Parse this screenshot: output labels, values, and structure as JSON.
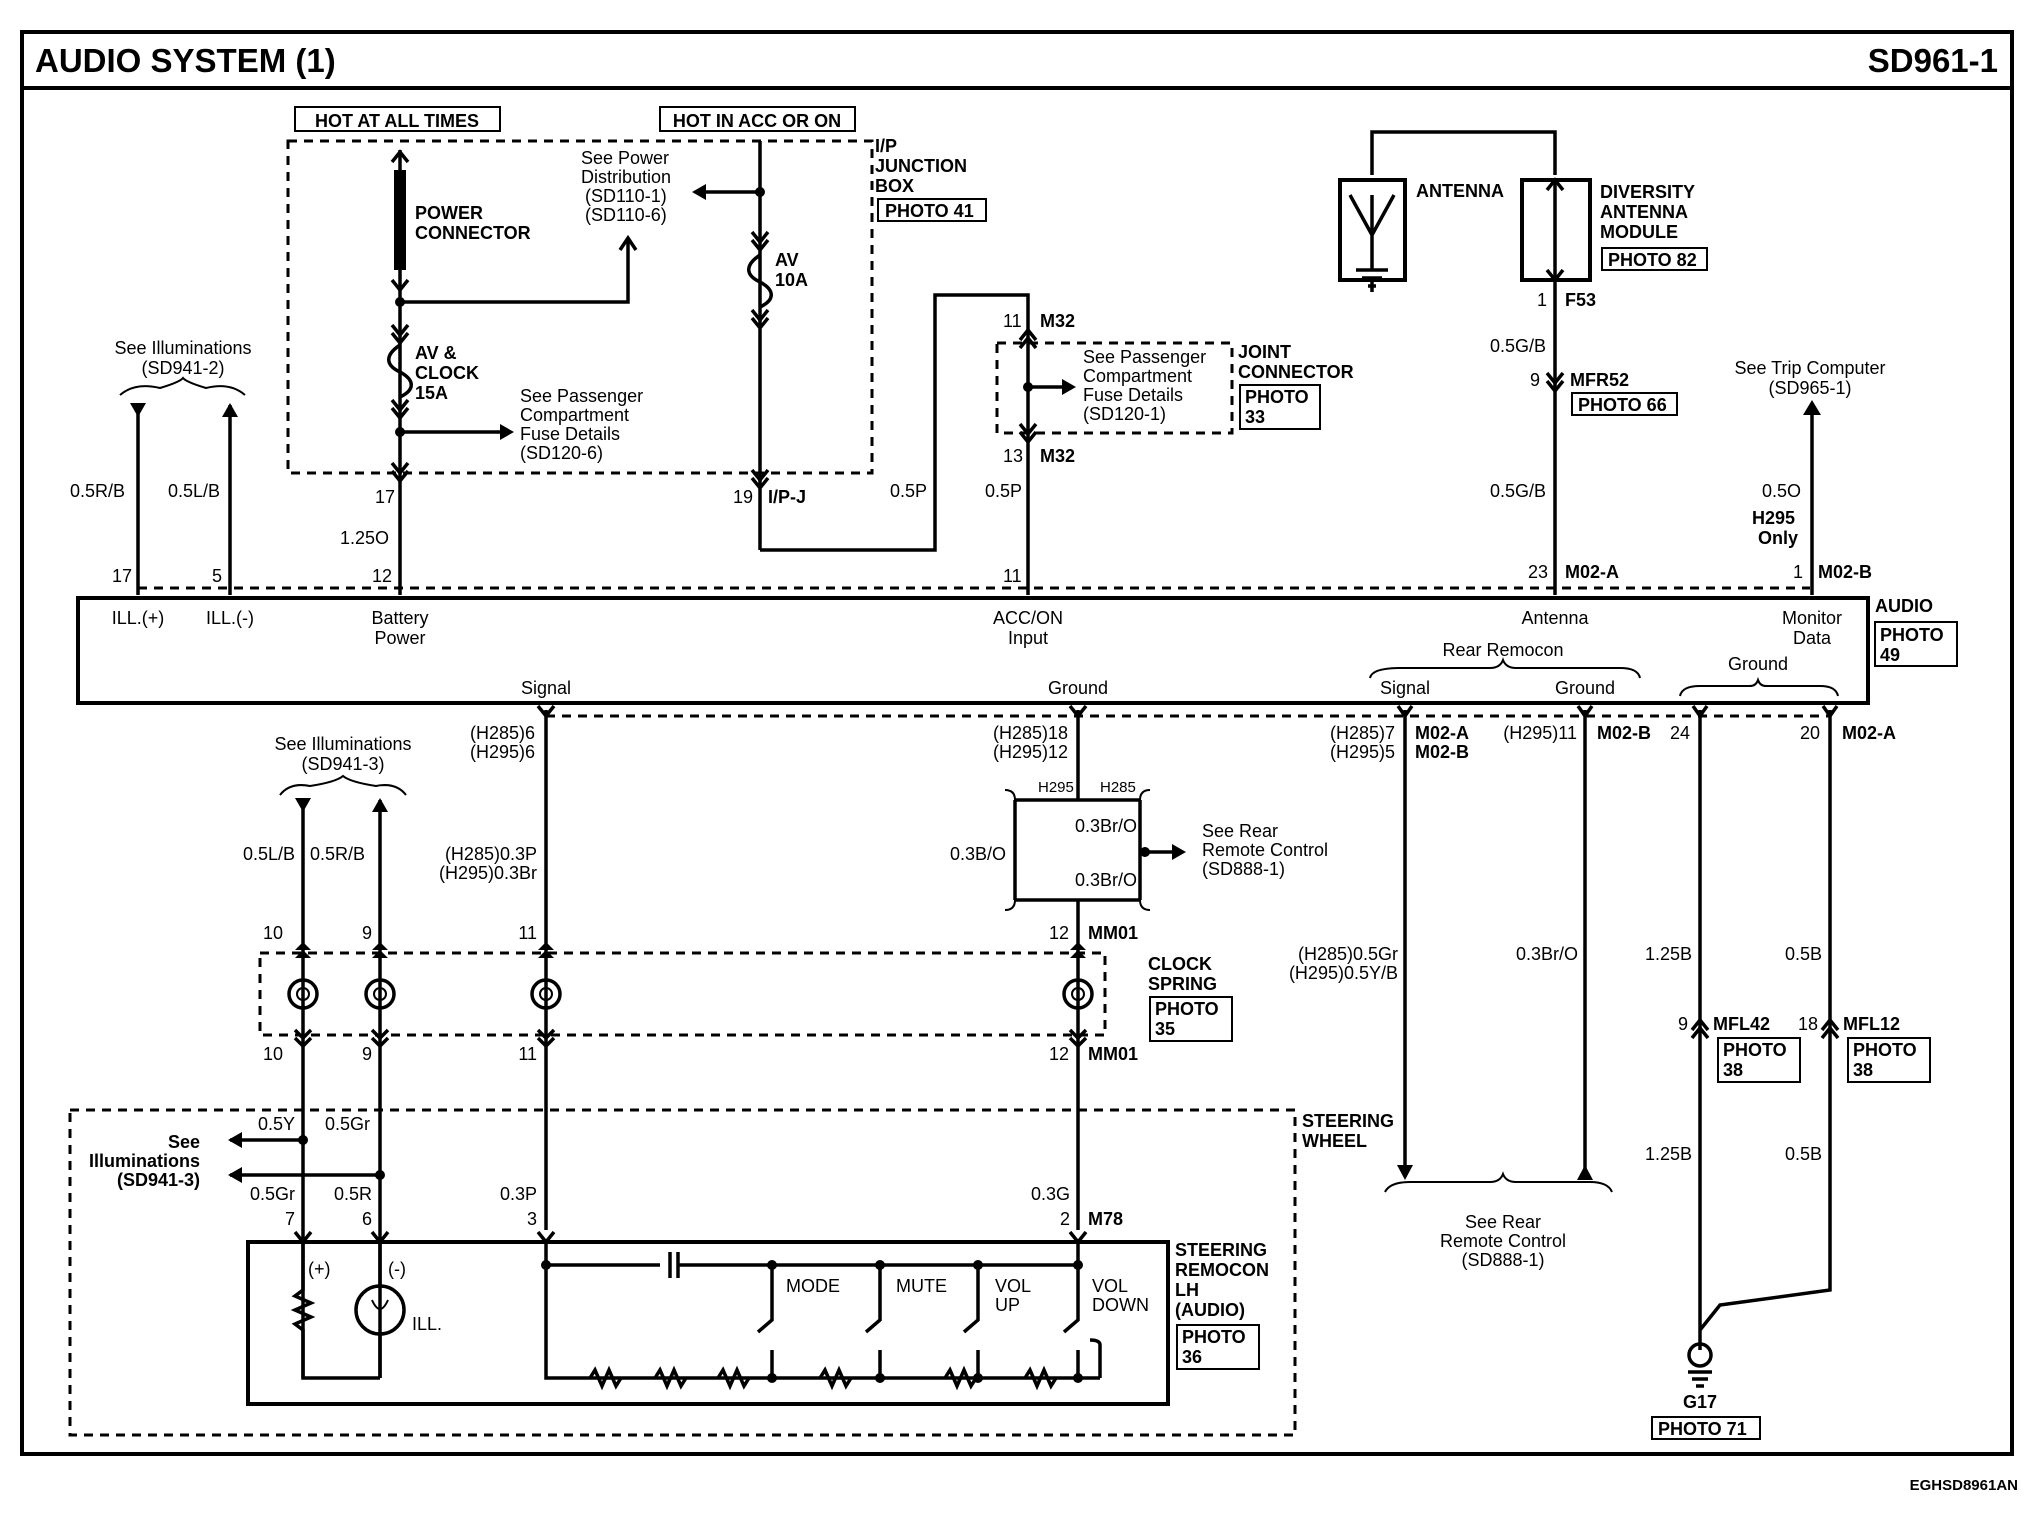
{
  "header": {
    "title": "AUDIO SYSTEM (1)",
    "page_code": "SD961-1"
  },
  "footer_code": "EGHSD8961AN",
  "power": {
    "hot_at_all_times": "HOT AT ALL TIMES",
    "hot_in_acc_or_on": "HOT IN ACC OR ON",
    "power_connector": [
      "POWER",
      "CONNECTOR"
    ],
    "see_power_distribution": [
      "See Power",
      "Distribution",
      "(SD110-1)",
      "(SD110-6)"
    ],
    "ip_junction_box": [
      "I/P",
      "JUNCTION",
      "BOX"
    ],
    "ip_photo": "PHOTO 41",
    "fuse_av_clock": [
      "AV &",
      "CLOCK",
      "15A"
    ],
    "fuse_av": [
      "AV",
      "10A"
    ],
    "see_passenger_fuse": [
      "See Passenger",
      "Compartment",
      "Fuse Details",
      "(SD120-6)"
    ],
    "pin17": "17",
    "pin19": "19",
    "ipj": "I/P-J",
    "wire_125o": "1.25O",
    "wire_05p": "0.5P",
    "wire_05p_b": "0.5P"
  },
  "joint_connector": {
    "label": [
      "JOINT",
      "CONNECTOR"
    ],
    "photo": "PHOTO",
    "photo_num": "33",
    "see_passenger": [
      "See Passenger",
      "Compartment",
      "Fuse Details",
      "(SD120-1)"
    ],
    "pin_top": "11",
    "pin_bottom": "13",
    "conn_top": "M32",
    "conn_bottom": "M32"
  },
  "antenna": {
    "antenna_label": "ANTENNA",
    "module": [
      "DIVERSITY",
      "ANTENNA",
      "MODULE"
    ],
    "module_photo": "PHOTO 82",
    "pin1": "1",
    "f53": "F53",
    "wire_05gb": "0.5G/B",
    "pin9": "9",
    "mfr52": "MFR52",
    "mfr52_photo": "PHOTO 66",
    "wire_05gb_2": "0.5G/B"
  },
  "trip": {
    "see_trip": [
      "See Trip Computer",
      "(SD965-1)"
    ],
    "wire_05o": "0.5O",
    "h295_only": [
      "H295",
      "Only"
    ]
  },
  "illum_top": {
    "see_illum": [
      "See Illuminations",
      "(SD941-2)"
    ],
    "wire1": "0.5R/B",
    "wire2": "0.5L/B"
  },
  "audio": {
    "label": "AUDIO",
    "photo": "PHOTO",
    "photo_num": "49",
    "pins_top": {
      "p17": "17",
      "p5": "5",
      "p12": "12",
      "p11": "11",
      "p23": "23",
      "p1": "1"
    },
    "top_conn_a": "M02-A",
    "top_conn_b": "M02-B",
    "terminals": {
      "ill_plus": "ILL.(+)",
      "ill_minus": "ILL.(-)",
      "battery": [
        "Battery",
        "Power"
      ],
      "acc": [
        "ACC/ON",
        "Input"
      ],
      "antenna": "Antenna",
      "monitor": [
        "Monitor",
        "Data"
      ]
    },
    "bottom_terminals": {
      "signal": "Signal",
      "ground": "Ground",
      "rear_remocon": "Rear Remocon",
      "rr_signal": "Signal",
      "rr_ground": "Ground",
      "ground2": "Ground"
    }
  },
  "lower": {
    "signal_pins": [
      "(H285)6",
      "(H295)6"
    ],
    "ground_pins": [
      "(H285)18",
      "(H295)12"
    ],
    "rr_signal_pins": [
      "(H285)7",
      "(H295)5"
    ],
    "rr_conn_a": "M02-A",
    "rr_conn_b": "M02-B",
    "rr_ground_pin": "(H295)11",
    "rr_ground_conn": "M02-B",
    "gnd_pin24": "24",
    "gnd_pin20": "20",
    "gnd_conn": "M02-A",
    "h295": "H295",
    "h285": "H285",
    "wire_03bro_1": "0.3Br/O",
    "wire_03bo": "0.3B/O",
    "wire_03bro_2": "0.3Br/O",
    "see_rear_rc": [
      "See Rear",
      "Remote Control",
      "(SD888-1)"
    ],
    "illum2": [
      "See Illuminations",
      "(SD941-3)"
    ],
    "w05lb": "0.5L/B",
    "w05rb": "0.5R/B",
    "sig_wire": [
      "(H285)0.3P",
      "(H295)0.3Br"
    ],
    "rr_wire": [
      "(H285)0.5Gr",
      "(H295)0.5Y/B"
    ],
    "rr_gnd_wire": "0.3Br/O",
    "w125b": "1.25B",
    "w05b": "0.5B",
    "w125b_2": "1.25B",
    "w05b_2": "0.5B",
    "mfl42": "MFL42",
    "mfl12": "MFL12",
    "mfl_pin9": "9",
    "mfl_pin18": "18",
    "mfl42_photo": [
      "PHOTO",
      "38"
    ],
    "mfl12_photo": [
      "PHOTO",
      "38"
    ],
    "g17": "G17",
    "g17_photo": "PHOTO 71",
    "see_rear_rc_bottom": [
      "See Rear",
      "Remote Control",
      "(SD888-1)"
    ]
  },
  "clock_spring": {
    "label": [
      "CLOCK",
      "SPRING"
    ],
    "photo": [
      "PHOTO",
      "35"
    ],
    "pins": [
      "10",
      "9",
      "11",
      "12"
    ],
    "conn": "MM01",
    "conn2": "MM01"
  },
  "steering": {
    "wheel_label": [
      "STEERING",
      "WHEEL"
    ],
    "see_illum": [
      "See",
      "Illuminations",
      "(SD941-3)"
    ],
    "w05y": "0.5Y",
    "w05gr": "0.5Gr",
    "w05gr_2": "0.5Gr",
    "w05r": "0.5R",
    "w03p": "0.3P",
    "w03g": "0.3G",
    "pins": [
      "7",
      "6",
      "3",
      "2"
    ],
    "m78": "M78",
    "remocon": [
      "STEERING",
      "REMOCON",
      "LH",
      "(AUDIO)"
    ],
    "remocon_photo": [
      "PHOTO",
      "36"
    ],
    "plus": "(+)",
    "minus": "(-)",
    "ill": "ILL.",
    "switches": [
      "MODE",
      "MUTE",
      "VOL",
      "UP",
      "VOL",
      "DOWN"
    ]
  }
}
